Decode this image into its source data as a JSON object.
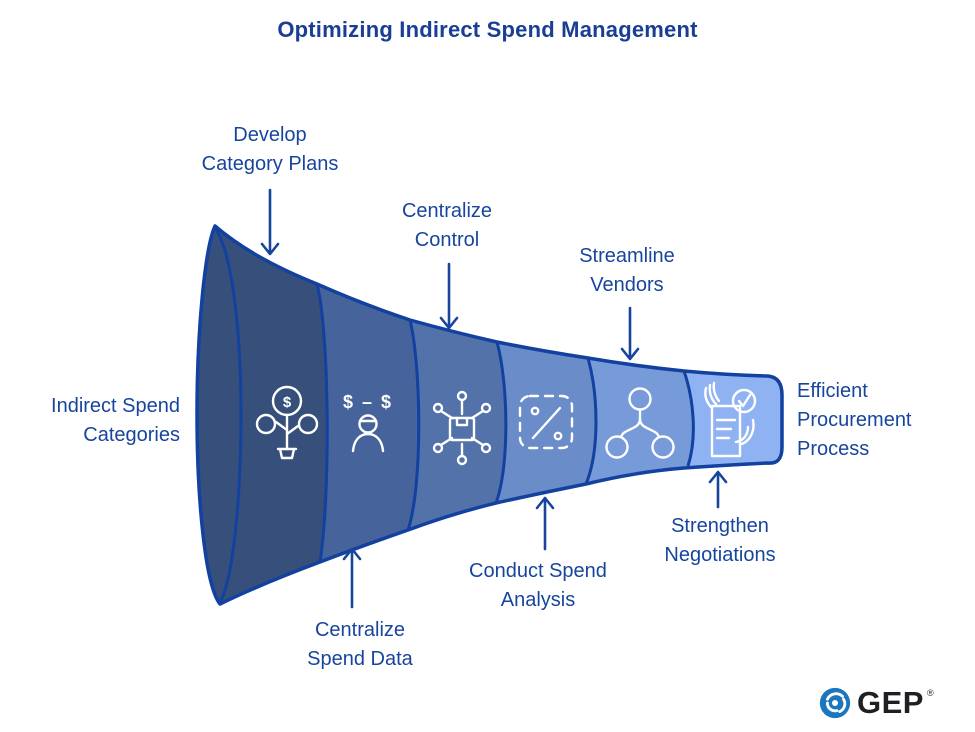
{
  "title": "Optimizing Indirect Spend Management",
  "funnel": {
    "input_label": "Indirect Spend\nCategories",
    "output_label": "Efficient\nProcurement\nProcess",
    "stages": [
      {
        "label": "Develop\nCategory Plans",
        "icon": "money-tree-icon",
        "color": "#36507B",
        "label_position": "top"
      },
      {
        "label": "Centralize\nSpend Data",
        "icon": "spend-transfer-icon",
        "color": "#46649B",
        "label_position": "bottom"
      },
      {
        "label": "Centralize\nControl",
        "icon": "package-hub-icon",
        "color": "#5272A9",
        "label_position": "top"
      },
      {
        "label": "Conduct Spend\nAnalysis",
        "icon": "spend-analysis-icon",
        "color": "#6A8CC8",
        "label_position": "bottom"
      },
      {
        "label": "Streamline\nVendors",
        "icon": "vendor-network-icon",
        "color": "#779AD9",
        "label_position": "top"
      },
      {
        "label": "Strengthen\nNegotiations",
        "icon": "contract-check-icon",
        "color": "#8FB3F2",
        "label_position": "bottom"
      }
    ]
  },
  "logo": {
    "text": "GEP",
    "registered_mark": "®",
    "orb_color": "#1B76BE"
  },
  "colors": {
    "title_text": "#1A3E94",
    "label_text": "#17459E",
    "funnel_outline": "#12419F",
    "icon_stroke": "#FFFFFF",
    "background": "#FFFFFF"
  }
}
